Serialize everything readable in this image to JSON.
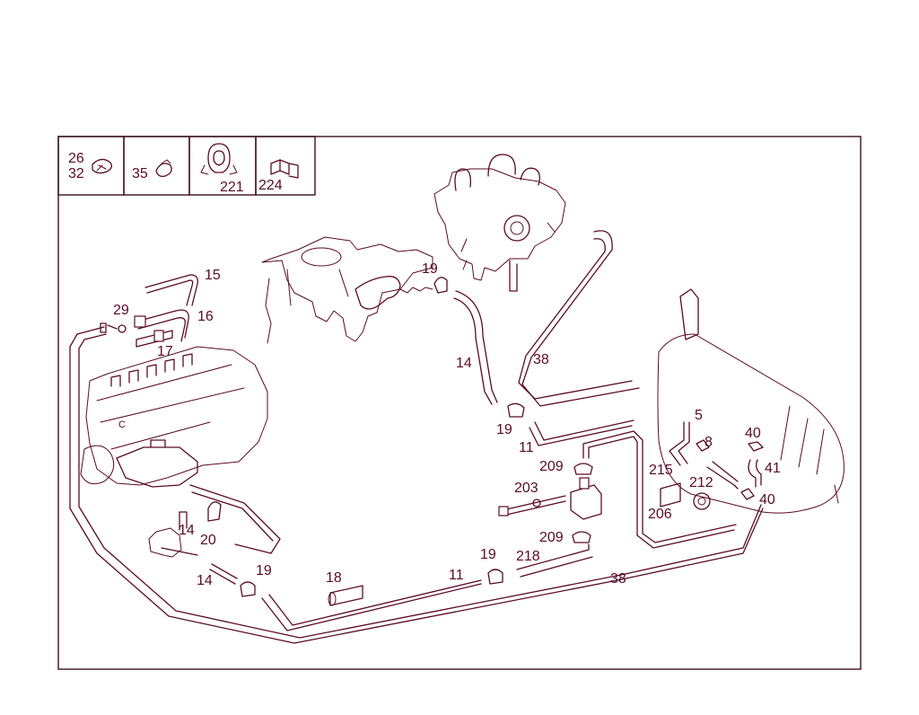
{
  "colors": {
    "line": "#5a0a28",
    "frame": "#3a1020",
    "background": "#ffffff"
  },
  "legend": [
    {
      "labels": [
        "26",
        "32"
      ],
      "icon": "hose-clamp-icon"
    },
    {
      "labels": [
        "35"
      ],
      "icon": "clip-icon"
    },
    {
      "labels": [
        "221"
      ],
      "icon": "holder-clip-icon"
    },
    {
      "labels": [
        "224"
      ],
      "icon": "bracket-clip-icon"
    }
  ],
  "callouts": {
    "c15": "15",
    "c16": "16",
    "c17": "17",
    "c29": "29",
    "c19a": "19",
    "c14a": "14",
    "c38a": "38",
    "c19b": "19",
    "c11a": "11",
    "c5": "5",
    "c8": "8",
    "c40a": "40",
    "c41": "41",
    "c40b": "40",
    "c209a": "209",
    "c215": "215",
    "c212": "212",
    "c203": "203",
    "c206": "206",
    "c209b": "209",
    "c14b": "14",
    "c20": "20",
    "c14c": "14",
    "c19c": "19",
    "c18": "18",
    "c11b": "11",
    "c19d": "19",
    "c218": "218",
    "c38b": "38"
  }
}
